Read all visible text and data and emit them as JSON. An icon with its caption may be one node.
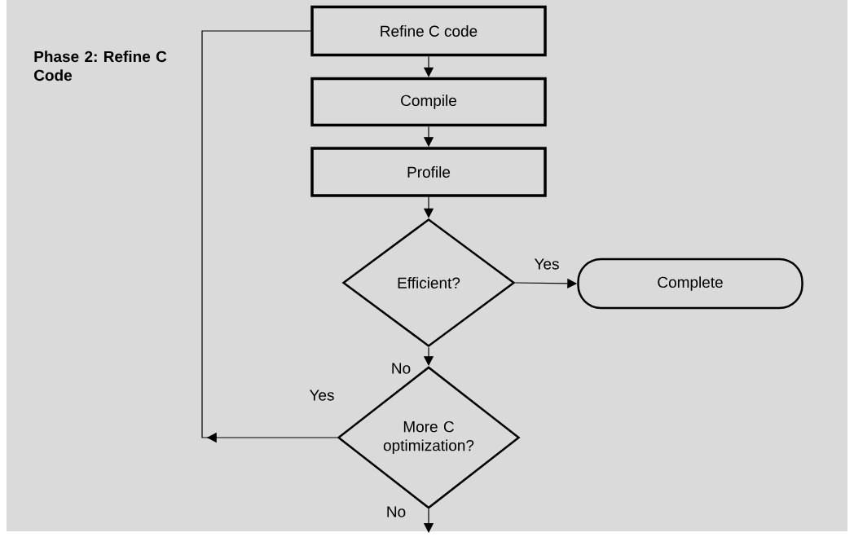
{
  "diagram": {
    "nodes": [
      {
        "text": [
          "Refine C code"
        ]
      },
      {
        "text": [
          "Compile"
        ]
      },
      {
        "text": [
          "Profile"
        ]
      },
      {
        "text": [
          "Efficient?"
        ]
      },
      {
        "text": [
          "Complete"
        ]
      },
      {
        "text": [
          "More C optimization?"
        ]
      }
    ],
    "edges": [
      {
        "from": 0,
        "to": 1,
        "arrow": "to"
      },
      {
        "from": 1,
        "to": 2,
        "arrow": "to"
      },
      {
        "from": 2,
        "to": 3,
        "arrow": "to"
      },
      {
        "from": 3,
        "to": 4,
        "arrow": "to",
        "label": "Yes"
      },
      {
        "from": 3,
        "to": 5,
        "arrow": "to",
        "label": "No"
      },
      {
        "from": 5,
        "to": 0,
        "arrow": "to",
        "label": "Yes"
      },
      {
        "from": 5,
        "to": null,
        "arrow": "to",
        "label": "No"
      }
    ],
    "labels": [
      "Phase 2: Refine C Code"
    ]
  }
}
